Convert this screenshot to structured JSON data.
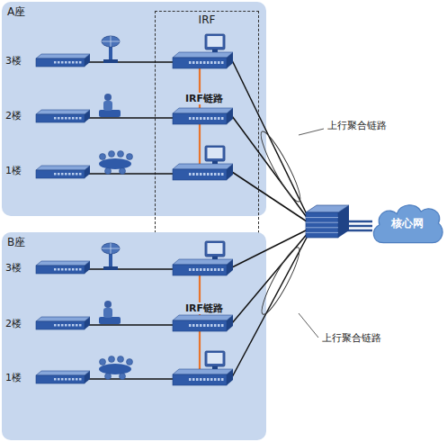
{
  "diagram": {
    "nodes": [
      {
        "text": [
          "A座"
        ]
      },
      {
        "text": [
          "IRF"
        ]
      },
      {
        "text": [
          "B座"
        ]
      },
      {
        "text": [
          "核心网"
        ]
      }
    ],
    "labels": [
      "3楼",
      "2楼",
      "1楼",
      "IRF链路",
      "上行聚合链路",
      "3楼",
      "2楼",
      "1楼",
      "IRF链路",
      "上行聚合链路"
    ]
  }
}
